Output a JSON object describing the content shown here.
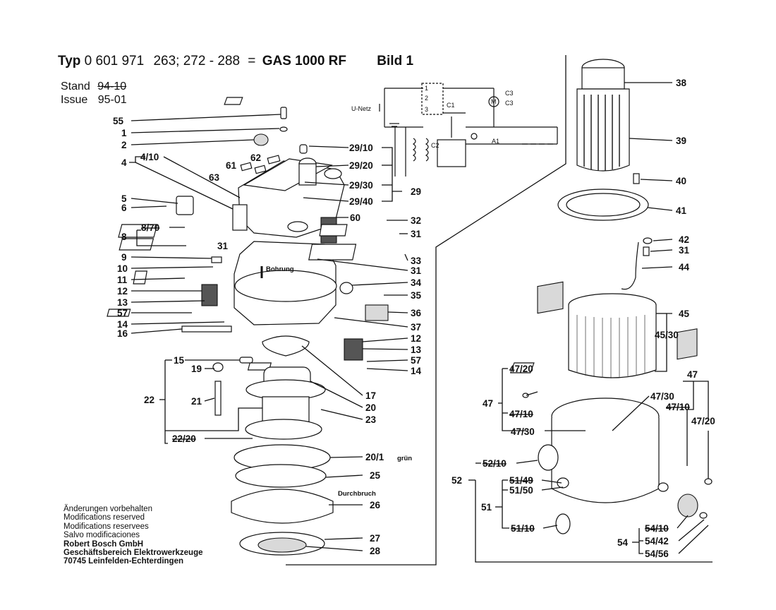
{
  "header": {
    "typ_label": "Typ",
    "typ_number": "0 601 971",
    "variants": "263; 272 - 288",
    "equals": "=",
    "model": "GAS  1000 RF",
    "bild": "Bild 1"
  },
  "meta": {
    "stand_label": "Stand",
    "stand_value": "94-10",
    "issue_label": "Issue",
    "issue_value": "95-01"
  },
  "notes": [
    "Änderungen vorbehalten",
    "Modifications reserved",
    "Modifications reservees",
    "Salvo modificaciones"
  ],
  "company": [
    "Robert Bosch GmbH",
    "Geschäftsbereich Elektrowerkzeuge",
    "70745 Leinfelden-Echterdingen"
  ],
  "schematic": {
    "u_netz": "U-Netz",
    "c3": "C3",
    "c1": "C1",
    "c2": "C2",
    "m": "M",
    "a1": "A1",
    "n1": "1",
    "n2": "2",
    "n3": "3"
  },
  "annotations": {
    "bohrung": "Bohrung",
    "durchbruch": "Durchbruch",
    "gruen": "grün"
  },
  "labels": {
    "p55": "55",
    "p1": "1",
    "p2": "2",
    "p4": "4",
    "p4_10": "4/10",
    "p62": "62",
    "p61": "61",
    "p63": "63",
    "p5": "5",
    "p6": "6",
    "p8": "8",
    "p8_70": "8/70",
    "p31a": "31",
    "p9": "9",
    "p10": "10",
    "p11": "11",
    "p12a": "12",
    "p13a": "13",
    "p57a": "57",
    "p14a": "14",
    "p16": "16",
    "p29_10": "29/10",
    "p29_20": "29/20",
    "p29_30": "29/30",
    "p29_40": "29/40",
    "p29": "29",
    "p60": "60",
    "p32": "32",
    "p31b": "31",
    "p33": "33",
    "p31c": "31",
    "p34": "34",
    "p35": "35",
    "p36": "36",
    "p37": "37",
    "p12b": "12",
    "p13b": "13",
    "p57b": "57",
    "p14b": "14",
    "p15": "15",
    "p19": "19",
    "p21": "21",
    "p22": "22",
    "p22_20": "22/20",
    "p17": "17",
    "p20": "20",
    "p23": "23",
    "p20_1": "20/1",
    "p25": "25",
    "p26": "26",
    "p27": "27",
    "p28": "28",
    "p38": "38",
    "p39": "39",
    "p40": "40",
    "p41": "41",
    "p42": "42",
    "p31d": "31",
    "p44": "44",
    "p45": "45",
    "p45_30": "45/30",
    "p47a": "47",
    "p47_20a": "47/20",
    "p47b": "47",
    "p47_10a": "47/10",
    "p47_30a": "47/30",
    "p47_30b": "47/30",
    "p47_10b": "47/10",
    "p47_20b": "47/20",
    "p52": "52",
    "p52_10": "52/10",
    "p51": "51",
    "p51_49": "51/49",
    "p51_50": "51/50",
    "p51_10": "51/10",
    "p54": "54",
    "p54_10": "54/10",
    "p54_42": "54/42",
    "p54_56": "54/56"
  }
}
